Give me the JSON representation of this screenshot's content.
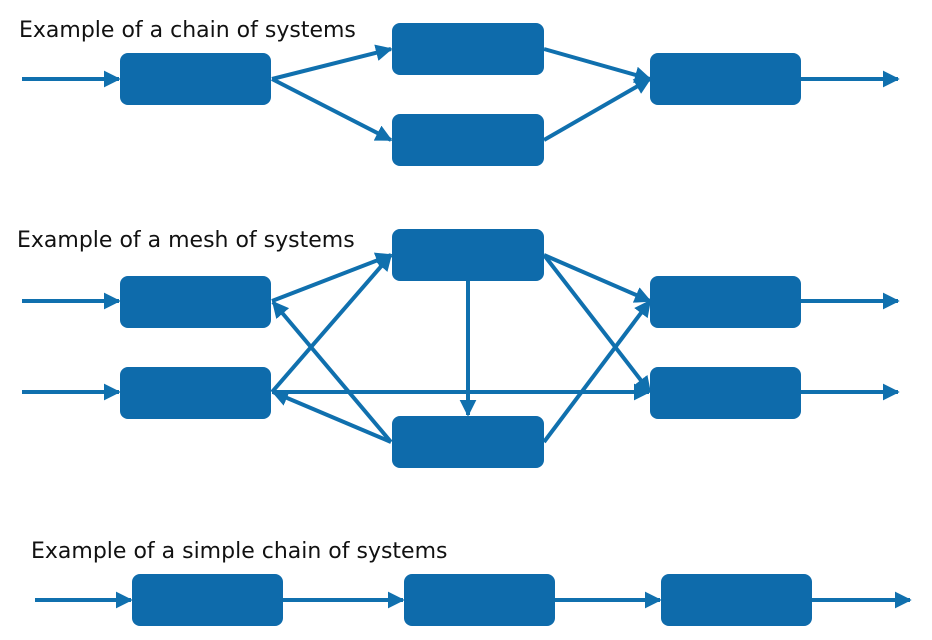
{
  "captions": {
    "chain": "Example of a chain of systems",
    "mesh": "Example of a mesh of systems",
    "simple": "Example of a simple chain of systems"
  },
  "colors": {
    "box": "#0e6bab",
    "arrow": "#1070ae",
    "text": "#111111"
  }
}
